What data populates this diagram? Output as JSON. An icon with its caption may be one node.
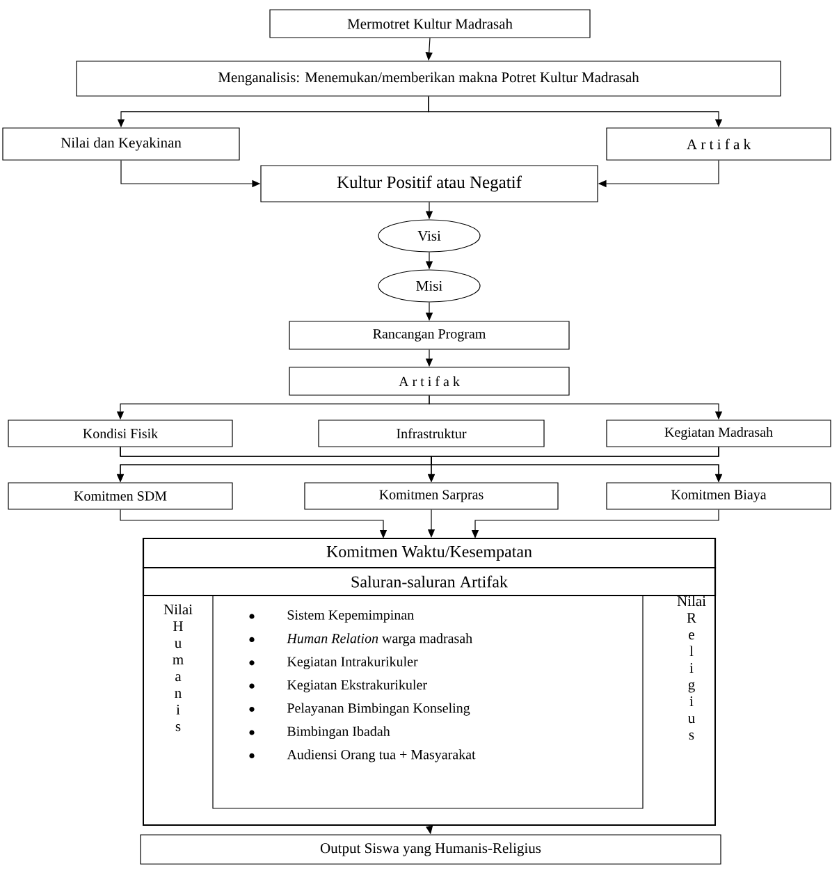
{
  "diagram": {
    "nodes": [
      {
        "text": [
          "Mermotret Kultur Madrasah"
        ]
      },
      {
        "text": [
          "Menganalisis: Menemukan/memberikan makna Potret Kultur Madrasah"
        ]
      },
      {
        "text": [
          "Nilai dan Keyakinan"
        ]
      },
      {
        "text": [
          "A r t i f a k"
        ]
      },
      {
        "text": [
          "Kultur Positif atau Negatif"
        ]
      },
      {
        "text": [
          "Visi"
        ]
      },
      {
        "text": [
          "Misi"
        ]
      },
      {
        "text": [
          "Rancangan Program"
        ]
      },
      {
        "text": [
          "A r t i f a k"
        ]
      },
      {
        "text": [
          "Kondisi Fisik"
        ]
      },
      {
        "text": [
          "Infrastruktur"
        ]
      },
      {
        "text": [
          "Kegiatan Madrasah"
        ]
      },
      {
        "text": [
          "Komitmen SDM"
        ]
      },
      {
        "text": [
          "Komitmen Sarpras"
        ]
      },
      {
        "text": [
          "Komitmen Biaya"
        ]
      },
      {
        "text": [
          "Nilai H u m a n i s",
          "Nilai R e l i g i u s"
        ]
      },
      {
        "text": [
          "Komitmen Waktu/Kesempatan"
        ],
        "in": 15
      },
      {
        "text": [
          "Saluran-saluran Artifak"
        ],
        "in": 15
      },
      {
        "text": [
          "Sistem Kepemimpinan",
          "*Human Relation* warga madrasah",
          "Kegiatan Intrakurikuler",
          "Kegiatan Ekstrakurikuler",
          "Pelayanan Bimbingan Konseling",
          "Bimbingan Ibadah",
          "Audiensi Orang tua + Masyarakat"
        ],
        "in": 15
      },
      {
        "text": [
          "Output Siswa yang Humanis-Religius"
        ]
      }
    ],
    "edges": [
      {
        "from": 0,
        "to": 1,
        "arrow": "to"
      },
      {
        "from": 1,
        "to": 2,
        "arrow": "to"
      },
      {
        "from": 1,
        "to": 3,
        "arrow": "to"
      },
      {
        "from": 2,
        "to": 4,
        "arrow": "to"
      },
      {
        "from": 3,
        "to": 4,
        "arrow": "to"
      },
      {
        "from": 4,
        "to": 5,
        "arrow": "to"
      },
      {
        "from": 5,
        "to": 6,
        "arrow": "to"
      },
      {
        "from": 6,
        "to": 7,
        "arrow": "to"
      },
      {
        "from": 7,
        "to": 8,
        "arrow": "to"
      },
      {
        "from": 8,
        "to": 9,
        "arrow": "to"
      },
      {
        "from": 8,
        "to": 11,
        "arrow": "to"
      },
      {
        "from": 9,
        "to": 12,
        "arrow": "to"
      },
      {
        "from": 9,
        "to": 13,
        "arrow": "to"
      },
      {
        "from": 9,
        "to": 14,
        "arrow": "to"
      },
      {
        "from": 11,
        "to": 12,
        "arrow": "to"
      },
      {
        "from": 11,
        "to": 13,
        "arrow": "to"
      },
      {
        "from": 11,
        "to": 14,
        "arrow": "to"
      },
      {
        "from": 12,
        "to": 15,
        "arrow": "to"
      },
      {
        "from": 13,
        "to": 15,
        "arrow": "to"
      },
      {
        "from": 14,
        "to": 15,
        "arrow": "to"
      },
      {
        "from": 15,
        "to": 19,
        "arrow": "to"
      }
    ]
  }
}
